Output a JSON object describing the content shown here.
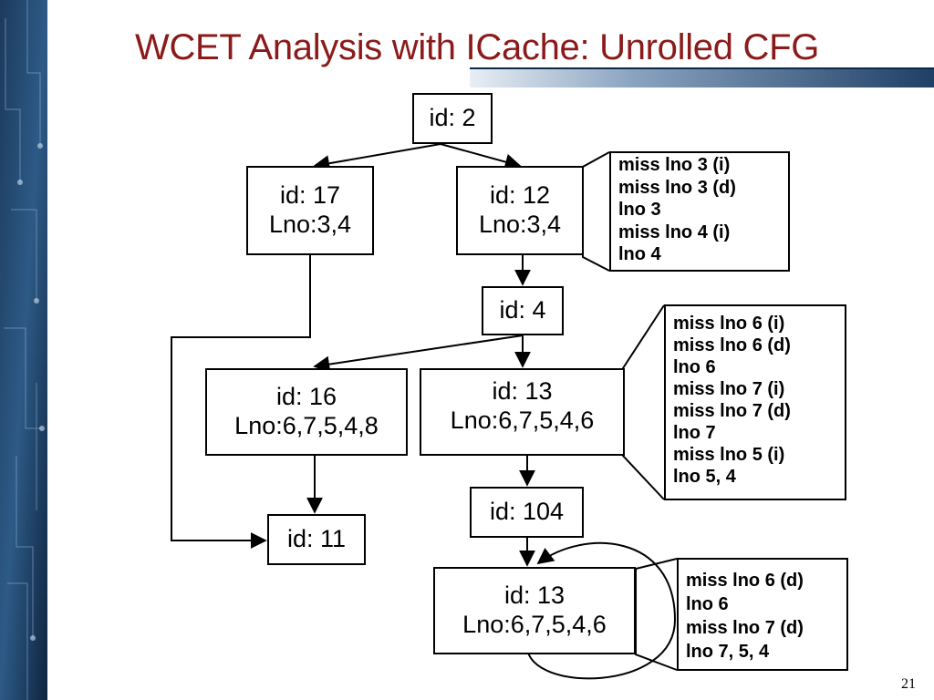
{
  "title": "WCET Analysis with ICache: Unrolled CFG",
  "page_number": "21",
  "nodes": {
    "n2": {
      "id": "id: 2"
    },
    "n17": {
      "id": "id: 17",
      "lno": "Lno:3,4"
    },
    "n12": {
      "id": "id: 12",
      "lno": "Lno:3,4"
    },
    "n4": {
      "id": "id: 4"
    },
    "n16": {
      "id": "id: 16",
      "lno": "Lno:6,7,5,4,8"
    },
    "n13a": {
      "id": "id: 13",
      "lno": "Lno:6,7,5,4,6"
    },
    "n104": {
      "id": "id: 104"
    },
    "n11": {
      "id": "id: 11"
    },
    "n13b": {
      "id": "id: 13",
      "lno": "Lno:6,7,5,4,6"
    }
  },
  "notes": {
    "n12_note": [
      "miss lno 3 (i)",
      "miss lno 3 (d)",
      "lno 3",
      "miss lno 4 (i)",
      "lno 4"
    ],
    "n13a_note": [
      "miss lno 6 (i)",
      "miss lno 6 (d)",
      "lno 6",
      "miss lno 7 (i)",
      "miss lno 7 (d)",
      "lno 7",
      "miss lno 5 (i)",
      "lno 5, 4"
    ],
    "n13b_note": [
      "miss lno 6 (d)",
      "lno 6",
      "miss lno 7 (d)",
      "lno 7, 5, 4"
    ]
  }
}
